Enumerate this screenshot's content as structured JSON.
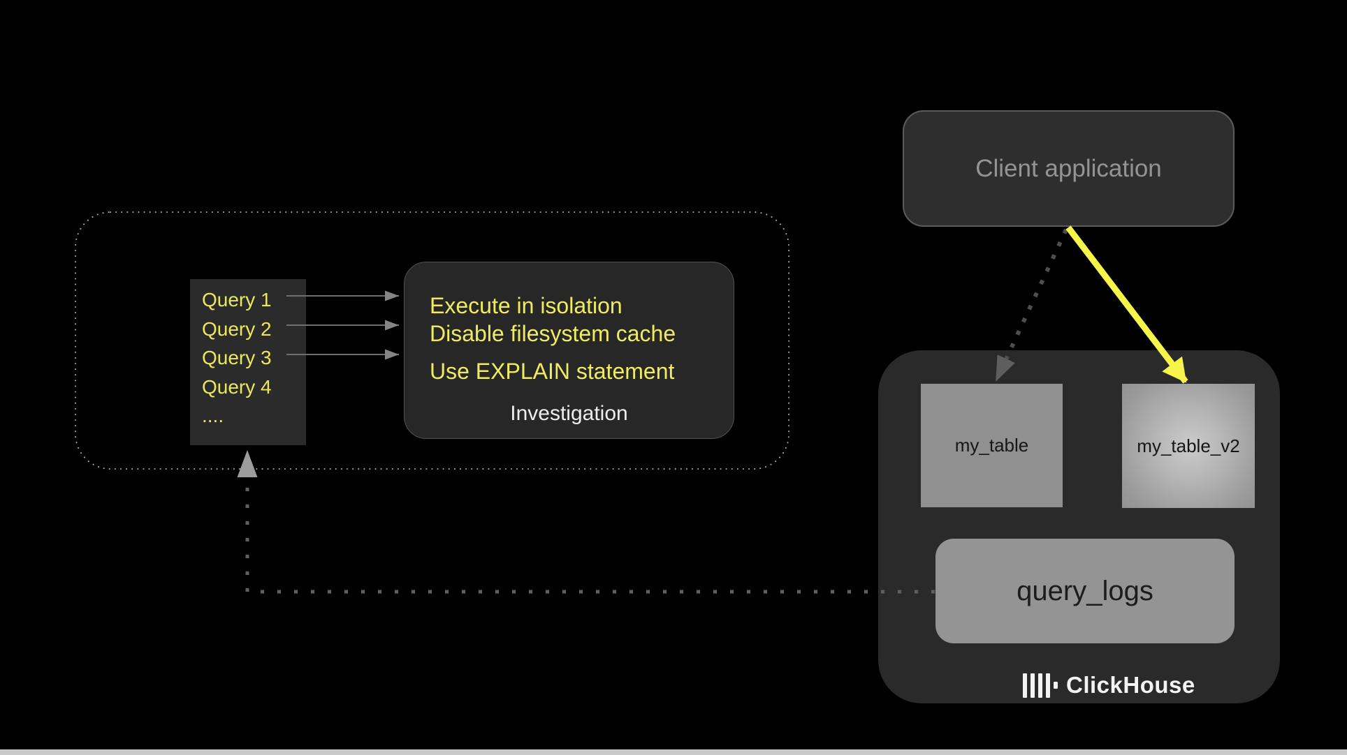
{
  "client_app": {
    "label": "Client application"
  },
  "query_list": {
    "items": [
      "Query 1",
      "Query 2",
      "Query 3",
      "Query 4",
      "...."
    ]
  },
  "investigation": {
    "tips": [
      "Execute in isolation",
      "Disable filesystem cache",
      "Use EXPLAIN statement"
    ],
    "label": "Investigation"
  },
  "clickhouse": {
    "tables": [
      {
        "name": "my_table"
      },
      {
        "name": "my_table_v2"
      }
    ],
    "query_logs": "query_logs",
    "brand": "ClickHouse"
  },
  "icons": {
    "clickhouse_logo": "clickhouse-bars-logo"
  },
  "colors": {
    "background": "#000000",
    "accent_yellow_arrow": "#f7f54a",
    "text_yellow": "#eae75e",
    "box_dark": "#2b2b2b",
    "box_gray": "#929292",
    "arrow_gray": "#6f6f6f",
    "dotted_gray": "#5e5e5e"
  }
}
